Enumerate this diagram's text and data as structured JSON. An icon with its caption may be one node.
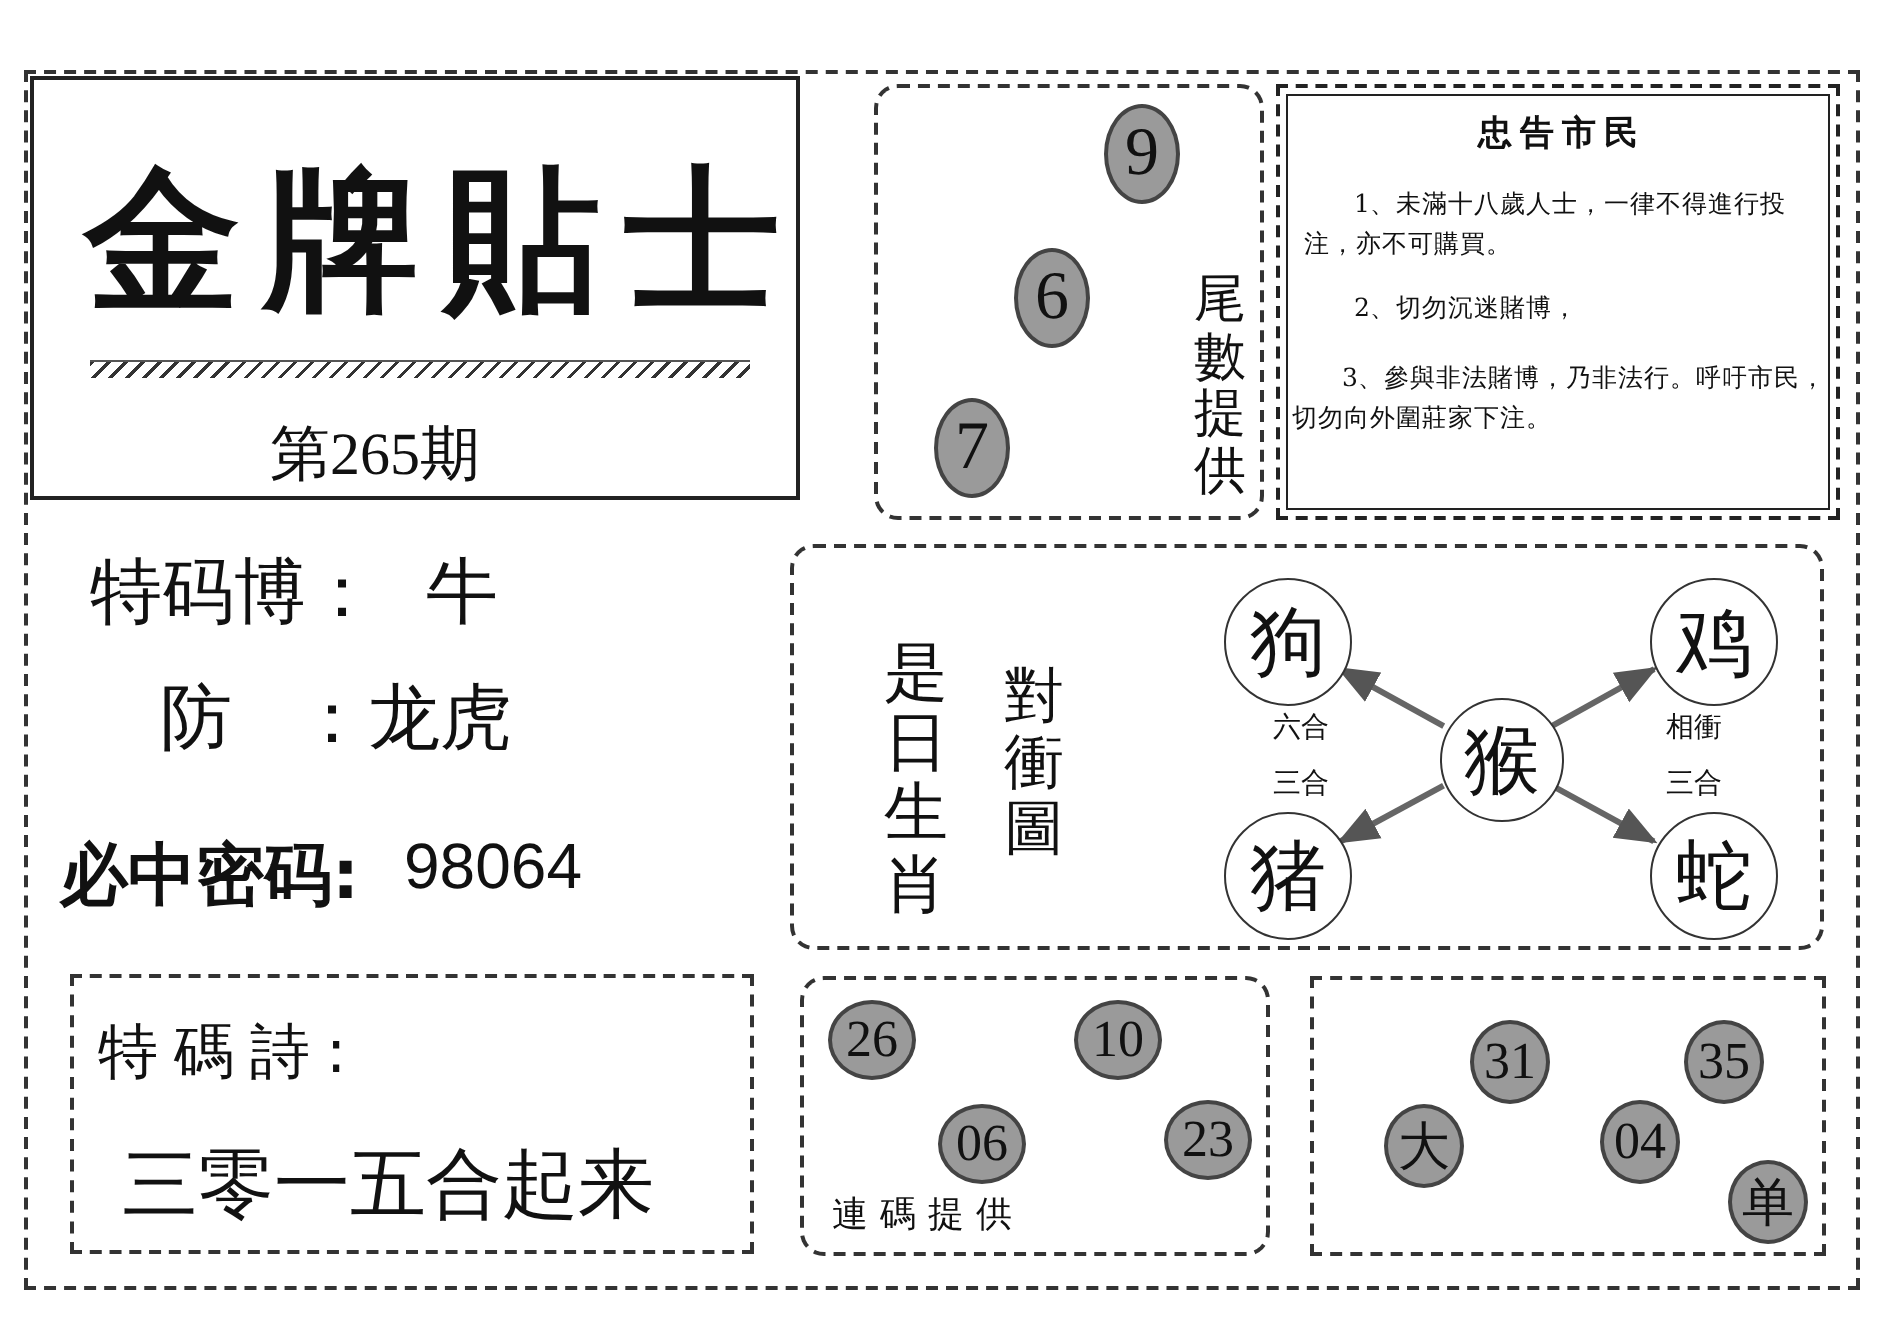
{
  "diagram": {
    "nodes": [
      {
        "text": [
          "金牌貼士",
          "第265期"
        ]
      },
      {
        "text": [
          "尾數提供"
        ]
      },
      {
        "text": [
          "9"
        ],
        "in": 1
      },
      {
        "text": [
          "6"
        ],
        "in": 1
      },
      {
        "text": [
          "7"
        ],
        "in": 1
      },
      {
        "text": [
          "忠告市民",
          "1、未滿十八歲人士，一律不得進行投注，亦不可購買。",
          "2、切勿沉迷賭博，",
          "3、參與非法賭博，乃非法行。呼吁市民，切勿向外圍莊家下注。"
        ]
      },
      {
        "text": [
          "特碼詩:",
          "三零一五合起来"
        ]
      },
      {
        "text": [
          "是日生肖",
          "對衝圖"
        ]
      },
      {
        "text": [
          "狗"
        ],
        "in": 7
      },
      {
        "text": [
          "鸡"
        ],
        "in": 7
      },
      {
        "text": [
          "猴"
        ],
        "in": 7
      },
      {
        "text": [
          "猪"
        ],
        "in": 7
      },
      {
        "text": [
          "蛇"
        ],
        "in": 7
      },
      {
        "text": [
          "連碼提供"
        ]
      },
      {
        "text": [
          "26"
        ],
        "in": 13
      },
      {
        "text": [
          "10"
        ],
        "in": 13
      },
      {
        "text": [
          "06"
        ],
        "in": 13
      },
      {
        "text": [
          "23"
        ],
        "in": 13
      },
      {
        "text": [],
        "shape": "box"
      },
      {
        "text": [
          "31"
        ],
        "in": 18
      },
      {
        "text": [
          "35"
        ],
        "in": 18
      },
      {
        "text": [
          "大"
        ],
        "in": 18
      },
      {
        "text": [
          "04"
        ],
        "in": 18
      },
      {
        "text": [
          "单"
        ],
        "in": 18
      }
    ],
    "edges": [
      {
        "from": 10,
        "to": 8,
        "arrow": "to",
        "label": "六合"
      },
      {
        "from": 10,
        "to": 9,
        "arrow": "to",
        "label": "相衝"
      },
      {
        "from": 10,
        "to": 11,
        "arrow": "to",
        "label": "三合"
      },
      {
        "from": 10,
        "to": 12,
        "arrow": "to",
        "label": "三合"
      }
    ],
    "labels": [
      "特码博：",
      "牛",
      "防",
      "：",
      "龙虎",
      "必中密码:",
      "98064"
    ]
  }
}
